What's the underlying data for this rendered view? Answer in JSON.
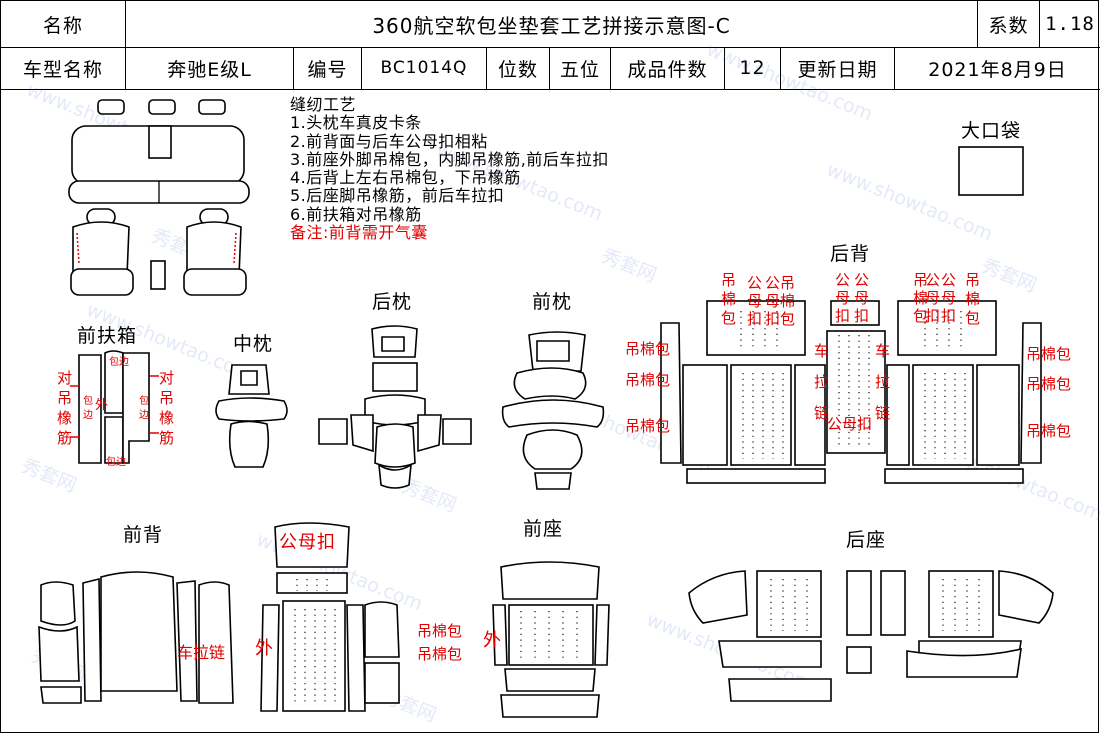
{
  "header": {
    "name_label": "名称",
    "title": "360航空软包坐垫套工艺拼接示意图-C",
    "coef_label": "系数",
    "coef_value": "1.18",
    "model_label": "车型名称",
    "model_value": "奔驰E级L",
    "code_label": "编号",
    "code_value": "BC1014Q",
    "seats_label": "位数",
    "seats_value": "五位",
    "pieces_label": "成品件数",
    "pieces_value": "12",
    "date_label": "更新日期",
    "date_value": "2021年8月9日"
  },
  "notes": {
    "title": "缝纫工艺",
    "items": [
      "1.头枕车真皮卡条",
      "2.前背面与后车公母扣相粘",
      "3.前座外脚吊棉包，内脚吊橡筋,前后车拉扣",
      "4.后背上左右吊棉包，下吊橡筋",
      "5.后座脚吊橡筋，前后车拉扣",
      "6.前扶箱对吊橡筋"
    ],
    "remark": "备注:前背需开气囊"
  },
  "sections": {
    "big_bag": "大口袋",
    "rear_back": "后背",
    "rear_pillow": "后枕",
    "front_pillow": "前枕",
    "front_armrest": "前扶箱",
    "middle_pillow": "中枕",
    "front_back": "前背",
    "front_seat": "前座",
    "rear_seat": "后座"
  },
  "annotations": {
    "armrest_dui": "对",
    "armrest_diao": "吊",
    "armrest_xiang": "橡",
    "armrest_jin": "筋",
    "armrest_bao": "包",
    "armrest_bian": "边",
    "armrest_baobian": "包边",
    "armrest_wai": "外",
    "rb_diao": "吊",
    "rb_mian": "棉",
    "rb_bao": "包",
    "rb_gong": "公",
    "rb_mu": "母",
    "rb_kou": "扣",
    "rb_mianbao": "吊棉包",
    "rb_che": "车",
    "rb_la": "拉",
    "rb_lian": "链",
    "rb_gongmukou": "公母扣",
    "fb_gongmukou": "公母扣",
    "fb_chelalian": "车拉链",
    "fb_wai": "外",
    "fs_mianbao": "吊棉包",
    "fs_wai": "外"
  },
  "watermark": {
    "site": "www.showtao.com",
    "brand": "秀套网"
  },
  "colors": {
    "annotation": "#e00000",
    "watermark": "#7f96e0"
  }
}
